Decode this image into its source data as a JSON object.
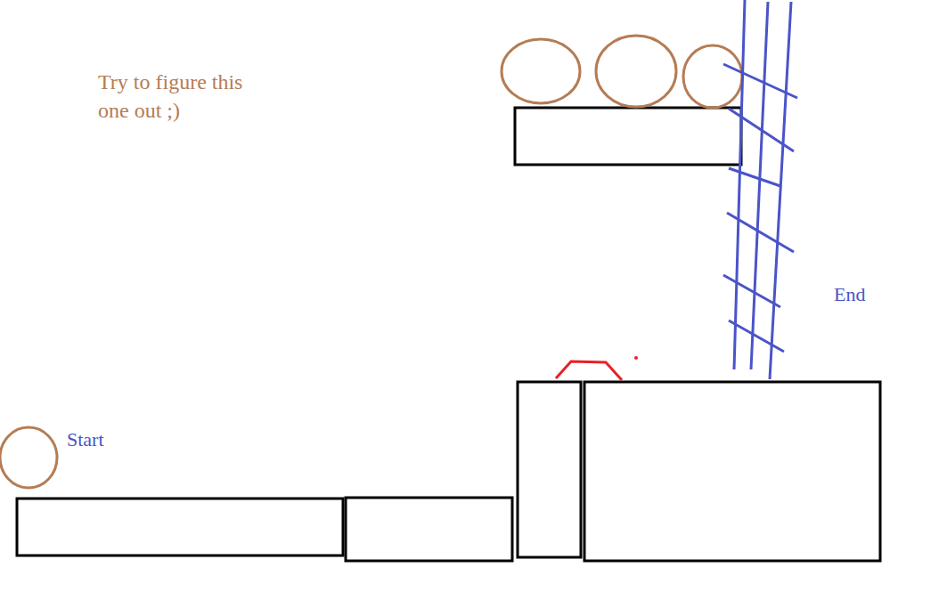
{
  "diagram": {
    "labels": [
      "Try to figure this one out ;)",
      "Start",
      "End"
    ]
  }
}
